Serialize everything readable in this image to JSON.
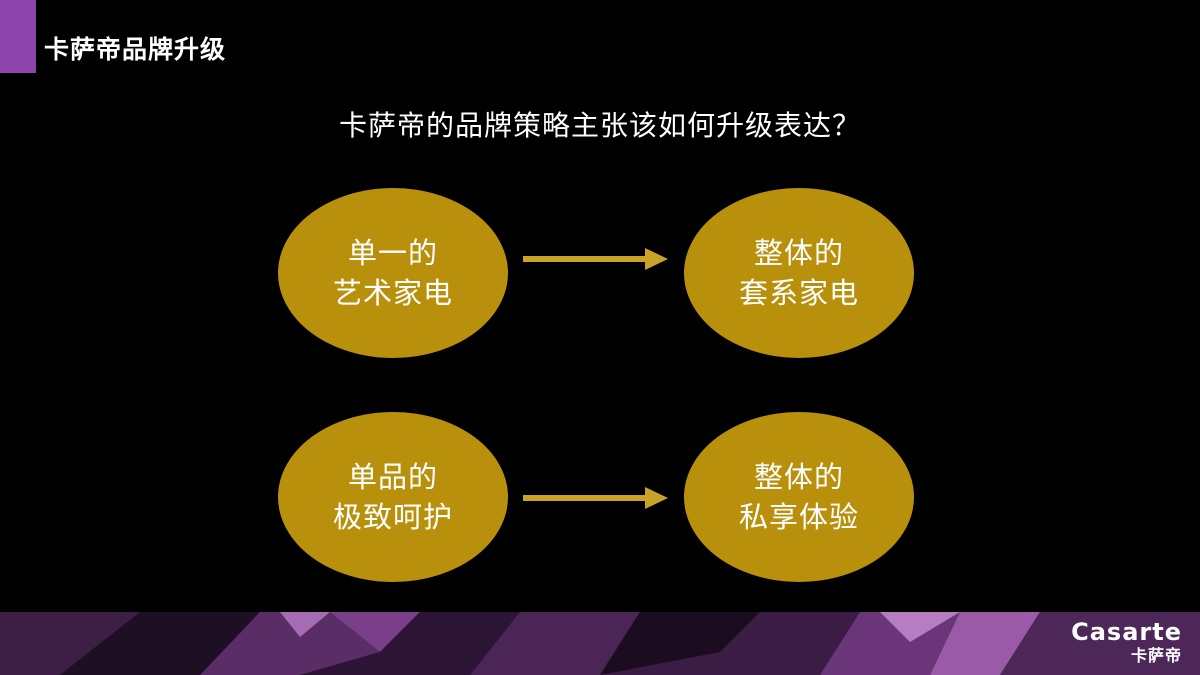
{
  "slide": {
    "title": "卡萨帝品牌升级",
    "question": "卡萨帝的品牌策略主张该如何升级表达？"
  },
  "rows": [
    {
      "from": {
        "line1": "单一的",
        "line2": "艺术家电"
      },
      "to": {
        "line1": "整体的",
        "line2": "套系家电"
      }
    },
    {
      "from": {
        "line1": "单品的",
        "line2": "极致呵护"
      },
      "to": {
        "line1": "整体的",
        "line2": "私享体验"
      }
    }
  ],
  "brand": {
    "name": "Casarte",
    "name_cn": "卡萨帝"
  },
  "colors": {
    "background": "#000000",
    "accent": "#8e44ad",
    "circle": "#b8900c",
    "arrow": "#c9a227"
  },
  "icons": {
    "arrow": "arrow-right-icon"
  }
}
